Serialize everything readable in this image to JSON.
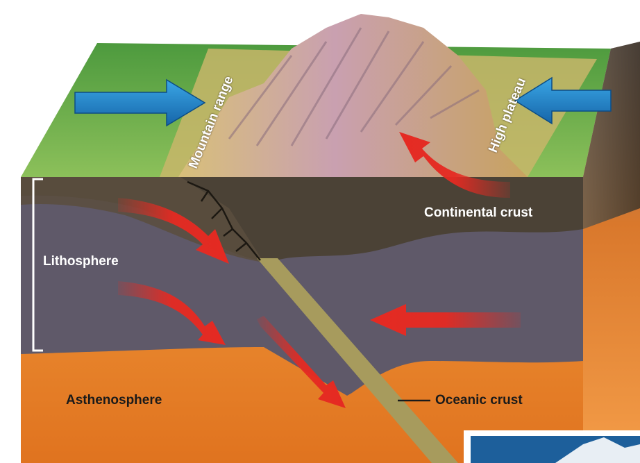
{
  "labels": {
    "mountain_range": "Mountain range",
    "high_plateau": "High plateau",
    "continental_crust": "Continental crust",
    "lithosphere": "Lithosphere",
    "asthenosphere": "Asthenosphere",
    "oceanic_crust": "Oceanic crust"
  },
  "colors": {
    "surface_green": "#6fb54a",
    "continental_crust": "#4b4236",
    "lithosphere_mantle": "#5e5868",
    "asthenosphere": "#e8862f",
    "oceanic_slab": "#a79b5d",
    "compression_arrow": "#1f86c8",
    "flow_arrow": "#e52a22"
  }
}
